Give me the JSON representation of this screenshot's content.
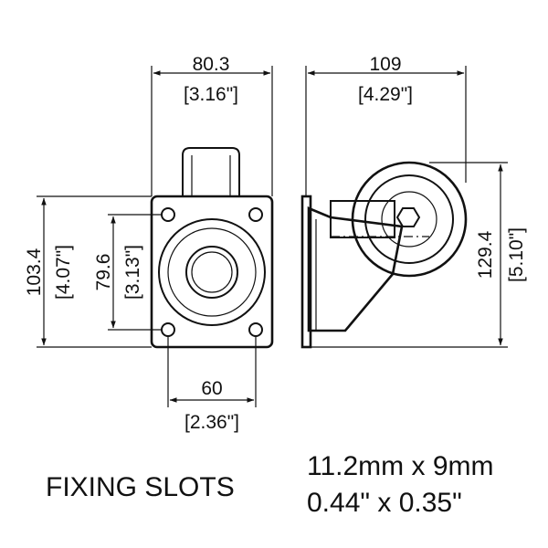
{
  "dimensions": {
    "front_width_mm": "80.3",
    "front_width_in": "[3.16\"]",
    "side_width_mm": "109",
    "side_width_in": "[4.29\"]",
    "height_mm": "103.4",
    "height_in": "[4.07\"]",
    "bolt_vertical_mm": "79.6",
    "bolt_vertical_in": "[3.13\"]",
    "bolt_horizontal_mm": "60",
    "bolt_horizontal_in": "[2.36\"]",
    "overall_height_mm": "129.4",
    "overall_height_in": "[5.10\"]"
  },
  "fixing_slots": {
    "label": "FIXING SLOTS",
    "size_mm": "11.2mm x 9mm",
    "size_in": "0.44\" x 0.35\""
  }
}
